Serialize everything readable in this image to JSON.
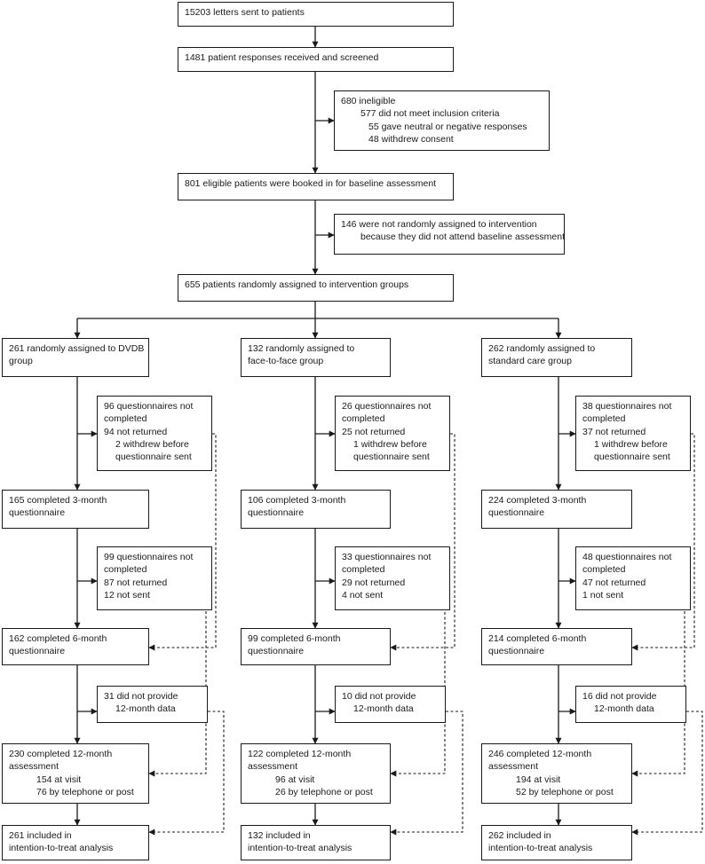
{
  "top": {
    "letters": "15203 letters sent to patients",
    "responses": "1481 patient responses received and screened",
    "ineligible": [
      "680 ineligible",
      "577 did not meet inclusion criteria",
      "55 gave neutral or negative responses",
      "48 withdrew consent"
    ],
    "eligible": "801 eligible patients were booked in for baseline assessment",
    "not_assigned": [
      "146 were not randomly assigned to intervention",
      "because they did not attend baseline assessment"
    ],
    "randomised": "655 patients randomly assigned to intervention groups"
  },
  "arms": [
    {
      "assigned": [
        "261 randomly assigned to DVDB",
        "group"
      ],
      "q3_missing": [
        "96 questionnaires not",
        "completed",
        "94 not returned",
        "2 withdrew before",
        "questionnaire sent"
      ],
      "q3_done": [
        "165 completed 3-month",
        "questionnaire"
      ],
      "q6_missing": [
        "99 questionnaires not",
        "completed",
        "87 not returned",
        "12 not sent"
      ],
      "q6_done": [
        "162 completed 6-month",
        "questionnaire"
      ],
      "m12_missing": [
        "31 did not provide",
        "12-month data"
      ],
      "m12_done": [
        "230 completed 12-month",
        "assessment",
        "154 at visit",
        "76 by telephone or post"
      ],
      "itt": [
        "261 included in",
        "intention-to-treat analysis"
      ]
    },
    {
      "assigned": [
        "132 randomly assigned to",
        "face-to-face group"
      ],
      "q3_missing": [
        "26 questionnaires not",
        "completed",
        "25 not returned",
        "1 withdrew before",
        "questionnaire sent"
      ],
      "q3_done": [
        "106 completed 3-month",
        "questionnaire"
      ],
      "q6_missing": [
        "33 questionnaires not",
        "completed",
        "29 not returned",
        "4 not sent"
      ],
      "q6_done": [
        "99 completed 6-month",
        "questionnaire"
      ],
      "m12_missing": [
        "10 did not provide",
        "12-month data"
      ],
      "m12_done": [
        "122 completed 12-month",
        "assessment",
        "96 at visit",
        "26 by telephone or post"
      ],
      "itt": [
        "132 included in",
        "intention-to-treat analysis"
      ]
    },
    {
      "assigned": [
        "262 randomly assigned to",
        "standard care group"
      ],
      "q3_missing": [
        "38 questionnaires not",
        "completed",
        "37 not returned",
        "1 withdrew before",
        "questionnaire sent"
      ],
      "q3_done": [
        "224 completed 3-month",
        "questionnaire"
      ],
      "q6_missing": [
        "48 questionnaires not",
        "completed",
        "47 not returned",
        "1 not sent"
      ],
      "q6_done": [
        "214 completed 6-month",
        "questionnaire"
      ],
      "m12_missing": [
        "16 did not provide",
        "12-month data"
      ],
      "m12_done": [
        "246 completed 12-month",
        "assessment",
        "194 at visit",
        "52 by telephone or post"
      ],
      "itt": [
        "262 included in",
        "intention-to-treat analysis"
      ]
    }
  ]
}
